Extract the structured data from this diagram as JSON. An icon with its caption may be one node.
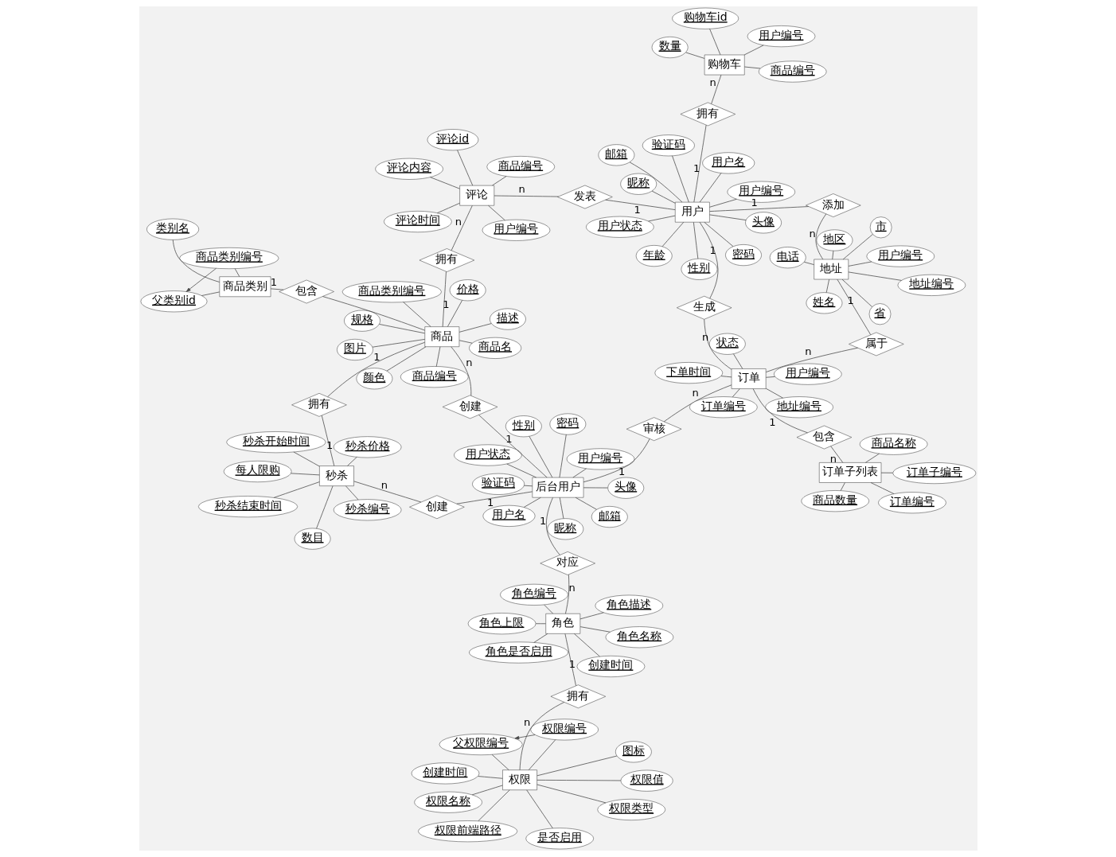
{
  "diagram": {
    "nodes": [
      {
        "text": [
          "权限"
        ]
      },
      {
        "text": [
          "图标"
        ]
      },
      {
        "text": [
          "是否启用"
        ]
      },
      {
        "text": [
          "创建时间"
        ]
      },
      {
        "text": [
          "权限编号"
        ]
      },
      {
        "text": [
          "权限名称"
        ]
      },
      {
        "text": [
          "父权限编号"
        ]
      },
      {
        "text": [
          "权限值"
        ]
      },
      {
        "text": [
          "权限前端路径"
        ]
      },
      {
        "text": [
          "权限类型"
        ]
      },
      {
        "text": [
          "拥有"
        ]
      },
      {
        "text": [
          "角色"
        ]
      },
      {
        "text": [
          "角色名称"
        ]
      },
      {
        "text": [
          "角色描述"
        ]
      },
      {
        "text": [
          "角色编号"
        ]
      },
      {
        "text": [
          "角色是否启用"
        ]
      },
      {
        "text": [
          "创建时间"
        ]
      },
      {
        "text": [
          "角色上限"
        ]
      },
      {
        "text": [
          "对应"
        ]
      },
      {
        "text": [
          "后台用户"
        ]
      },
      {
        "text": [
          "用户名"
        ]
      },
      {
        "text": [
          "验证码"
        ]
      },
      {
        "text": [
          "用户编号"
        ]
      },
      {
        "text": [
          "密码"
        ]
      },
      {
        "text": [
          "性别"
        ]
      },
      {
        "text": [
          "邮箱"
        ]
      },
      {
        "text": [
          "头像"
        ]
      },
      {
        "text": [
          "用户状态"
        ]
      },
      {
        "text": [
          "昵称"
        ]
      },
      {
        "text": [
          "创建"
        ]
      },
      {
        "text": [
          "秒杀"
        ]
      },
      {
        "text": [
          "秒杀编号"
        ]
      },
      {
        "text": [
          "秒杀结束时间"
        ]
      },
      {
        "text": [
          "秒杀开始时间"
        ]
      },
      {
        "text": [
          "秒杀价格"
        ]
      },
      {
        "text": [
          "数目"
        ]
      },
      {
        "text": [
          "每人限购"
        ]
      },
      {
        "text": [
          "拥有"
        ]
      },
      {
        "text": [
          "审核"
        ]
      },
      {
        "text": [
          "订单"
        ]
      },
      {
        "text": [
          "状态"
        ]
      },
      {
        "text": [
          "下单时间"
        ]
      },
      {
        "text": [
          "订单编号"
        ]
      },
      {
        "text": [
          "用户编号"
        ]
      },
      {
        "text": [
          "地址编号"
        ]
      },
      {
        "text": [
          "包含"
        ]
      },
      {
        "text": [
          "生成"
        ]
      },
      {
        "text": [
          "订单子列表"
        ]
      },
      {
        "text": [
          "订单子编号"
        ]
      },
      {
        "text": [
          "订单编号"
        ]
      },
      {
        "text": [
          "商品数量"
        ]
      },
      {
        "text": [
          "商品名称"
        ]
      },
      {
        "text": [
          "用户"
        ]
      },
      {
        "text": [
          "用户名"
        ]
      },
      {
        "text": [
          "用户编号"
        ]
      },
      {
        "text": [
          "密码"
        ]
      },
      {
        "text": [
          "性别"
        ]
      },
      {
        "text": [
          "邮箱"
        ]
      },
      {
        "text": [
          "头像"
        ]
      },
      {
        "text": [
          "昵称"
        ]
      },
      {
        "text": [
          "用户状态"
        ]
      },
      {
        "text": [
          "验证码"
        ]
      },
      {
        "text": [
          "年龄"
        ]
      },
      {
        "text": [
          "发表"
        ]
      },
      {
        "text": [
          "属于"
        ]
      },
      {
        "text": [
          "添加"
        ]
      },
      {
        "text": [
          "地址"
        ]
      },
      {
        "text": [
          "用户编号"
        ]
      },
      {
        "text": [
          "地址编号"
        ]
      },
      {
        "text": [
          "电话"
        ]
      },
      {
        "text": [
          "省"
        ]
      },
      {
        "text": [
          "市"
        ]
      },
      {
        "text": [
          "地区"
        ]
      },
      {
        "text": [
          "姓名"
        ]
      },
      {
        "text": [
          "拥有"
        ]
      },
      {
        "text": [
          "购物车"
        ]
      },
      {
        "text": [
          "购物车id"
        ]
      },
      {
        "text": [
          "商品编号"
        ]
      },
      {
        "text": [
          "数量"
        ]
      },
      {
        "text": [
          "用户编号"
        ]
      },
      {
        "text": [
          "创建"
        ]
      },
      {
        "text": [
          "商品"
        ]
      },
      {
        "text": [
          "商品名"
        ]
      },
      {
        "text": [
          "商品编号"
        ]
      },
      {
        "text": [
          "价格"
        ]
      },
      {
        "text": [
          "商品类别编号"
        ]
      },
      {
        "text": [
          "描述"
        ]
      },
      {
        "text": [
          "图片"
        ]
      },
      {
        "text": [
          "规格"
        ]
      },
      {
        "text": [
          "颜色"
        ]
      },
      {
        "text": [
          "拥有"
        ]
      },
      {
        "text": [
          "包含"
        ]
      },
      {
        "text": [
          "评论"
        ]
      },
      {
        "text": [
          "评论id"
        ]
      },
      {
        "text": [
          "评论内容"
        ]
      },
      {
        "text": [
          "评论时间"
        ]
      },
      {
        "text": [
          "用户编号"
        ]
      },
      {
        "text": [
          "商品编号"
        ]
      },
      {
        "text": [
          "商品类别"
        ]
      },
      {
        "text": [
          "父类别id"
        ]
      },
      {
        "text": [
          "商品类别编号"
        ]
      },
      {
        "text": [
          "类别名"
        ]
      }
    ],
    "edges": [
      {
        "from": 0,
        "to": 1,
        "arrow": "none"
      },
      {
        "from": 0,
        "to": 2,
        "arrow": "none"
      },
      {
        "from": 0,
        "to": 3,
        "arrow": "none"
      },
      {
        "from": 0,
        "to": 4,
        "arrow": "none"
      },
      {
        "from": 0,
        "to": 5,
        "arrow": "none"
      },
      {
        "from": 0,
        "to": 6,
        "arrow": "none"
      },
      {
        "from": 0,
        "to": 7,
        "arrow": "none"
      },
      {
        "from": 0,
        "to": 8,
        "arrow": "none"
      },
      {
        "from": 0,
        "to": 9,
        "arrow": "none"
      },
      {
        "from": 4,
        "to": 6,
        "arrow": "to"
      },
      {
        "from": 0,
        "to": 10,
        "arrow": "none",
        "label": "n"
      },
      {
        "from": 10,
        "to": 11,
        "arrow": "none",
        "label": "1"
      },
      {
        "from": 11,
        "to": 12,
        "arrow": "none"
      },
      {
        "from": 11,
        "to": 13,
        "arrow": "none"
      },
      {
        "from": 11,
        "to": 14,
        "arrow": "none"
      },
      {
        "from": 11,
        "to": 15,
        "arrow": "none"
      },
      {
        "from": 11,
        "to": 16,
        "arrow": "none"
      },
      {
        "from": 11,
        "to": 17,
        "arrow": "none"
      },
      {
        "from": 11,
        "to": 18,
        "arrow": "none",
        "label": "n"
      },
      {
        "from": 18,
        "to": 19,
        "arrow": "none",
        "label": "1"
      },
      {
        "from": 19,
        "to": 20,
        "arrow": "none"
      },
      {
        "from": 19,
        "to": 21,
        "arrow": "none"
      },
      {
        "from": 19,
        "to": 22,
        "arrow": "none"
      },
      {
        "from": 19,
        "to": 23,
        "arrow": "none"
      },
      {
        "from": 19,
        "to": 24,
        "arrow": "none"
      },
      {
        "from": 19,
        "to": 25,
        "arrow": "none"
      },
      {
        "from": 19,
        "to": 26,
        "arrow": "none"
      },
      {
        "from": 19,
        "to": 27,
        "arrow": "none"
      },
      {
        "from": 19,
        "to": 28,
        "arrow": "none"
      },
      {
        "from": 19,
        "to": 29,
        "arrow": "none",
        "label": "1"
      },
      {
        "from": 29,
        "to": 30,
        "arrow": "none",
        "label": "n"
      },
      {
        "from": 30,
        "to": 31,
        "arrow": "none"
      },
      {
        "from": 30,
        "to": 32,
        "arrow": "none"
      },
      {
        "from": 30,
        "to": 33,
        "arrow": "none"
      },
      {
        "from": 30,
        "to": 34,
        "arrow": "none"
      },
      {
        "from": 30,
        "to": 35,
        "arrow": "none"
      },
      {
        "from": 30,
        "to": 36,
        "arrow": "none"
      },
      {
        "from": 30,
        "to": 37,
        "arrow": "none",
        "label": "1"
      },
      {
        "from": 37,
        "to": 81,
        "arrow": "none",
        "label": "1"
      },
      {
        "from": 19,
        "to": 38,
        "arrow": "none",
        "label": "1"
      },
      {
        "from": 38,
        "to": 39,
        "arrow": "none",
        "label": "n"
      },
      {
        "from": 39,
        "to": 40,
        "arrow": "none"
      },
      {
        "from": 39,
        "to": 41,
        "arrow": "none"
      },
      {
        "from": 39,
        "to": 42,
        "arrow": "none"
      },
      {
        "from": 39,
        "to": 43,
        "arrow": "none"
      },
      {
        "from": 39,
        "to": 44,
        "arrow": "none"
      },
      {
        "from": 39,
        "to": 45,
        "arrow": "none",
        "label": "1"
      },
      {
        "from": 45,
        "to": 47,
        "arrow": "none",
        "label": "n"
      },
      {
        "from": 39,
        "to": 46,
        "arrow": "none",
        "label": "n"
      },
      {
        "from": 46,
        "to": 52,
        "arrow": "none",
        "label": "1"
      },
      {
        "from": 47,
        "to": 48,
        "arrow": "none"
      },
      {
        "from": 47,
        "to": 49,
        "arrow": "none"
      },
      {
        "from": 47,
        "to": 50,
        "arrow": "none"
      },
      {
        "from": 47,
        "to": 51,
        "arrow": "none"
      },
      {
        "from": 52,
        "to": 53,
        "arrow": "none"
      },
      {
        "from": 52,
        "to": 54,
        "arrow": "none"
      },
      {
        "from": 52,
        "to": 55,
        "arrow": "none"
      },
      {
        "from": 52,
        "to": 56,
        "arrow": "none"
      },
      {
        "from": 52,
        "to": 57,
        "arrow": "none"
      },
      {
        "from": 52,
        "to": 58,
        "arrow": "none"
      },
      {
        "from": 52,
        "to": 59,
        "arrow": "none"
      },
      {
        "from": 52,
        "to": 60,
        "arrow": "none"
      },
      {
        "from": 52,
        "to": 61,
        "arrow": "none"
      },
      {
        "from": 52,
        "to": 62,
        "arrow": "none"
      },
      {
        "from": 52,
        "to": 63,
        "arrow": "none",
        "label": "1"
      },
      {
        "from": 63,
        "to": 92,
        "arrow": "none",
        "label": "n"
      },
      {
        "from": 39,
        "to": 64,
        "arrow": "none",
        "label": "n"
      },
      {
        "from": 64,
        "to": 66,
        "arrow": "none",
        "label": "1"
      },
      {
        "from": 52,
        "to": 65,
        "arrow": "none",
        "label": "1"
      },
      {
        "from": 65,
        "to": 66,
        "arrow": "none",
        "label": "n"
      },
      {
        "from": 66,
        "to": 67,
        "arrow": "none"
      },
      {
        "from": 66,
        "to": 68,
        "arrow": "none"
      },
      {
        "from": 66,
        "to": 69,
        "arrow": "none"
      },
      {
        "from": 66,
        "to": 70,
        "arrow": "none"
      },
      {
        "from": 66,
        "to": 71,
        "arrow": "none"
      },
      {
        "from": 66,
        "to": 72,
        "arrow": "none"
      },
      {
        "from": 66,
        "to": 73,
        "arrow": "none"
      },
      {
        "from": 52,
        "to": 74,
        "arrow": "none",
        "label": "1"
      },
      {
        "from": 74,
        "to": 75,
        "arrow": "none",
        "label": "n"
      },
      {
        "from": 75,
        "to": 76,
        "arrow": "none"
      },
      {
        "from": 75,
        "to": 77,
        "arrow": "none"
      },
      {
        "from": 75,
        "to": 78,
        "arrow": "none"
      },
      {
        "from": 75,
        "to": 79,
        "arrow": "none"
      },
      {
        "from": 19,
        "to": 80,
        "arrow": "none",
        "label": "1"
      },
      {
        "from": 80,
        "to": 81,
        "arrow": "none",
        "label": "n"
      },
      {
        "from": 81,
        "to": 82,
        "arrow": "none"
      },
      {
        "from": 81,
        "to": 83,
        "arrow": "none"
      },
      {
        "from": 81,
        "to": 84,
        "arrow": "none"
      },
      {
        "from": 81,
        "to": 85,
        "arrow": "none"
      },
      {
        "from": 81,
        "to": 86,
        "arrow": "none"
      },
      {
        "from": 81,
        "to": 87,
        "arrow": "none"
      },
      {
        "from": 81,
        "to": 88,
        "arrow": "none"
      },
      {
        "from": 81,
        "to": 89,
        "arrow": "none"
      },
      {
        "from": 81,
        "to": 90,
        "arrow": "none",
        "label": "1"
      },
      {
        "from": 90,
        "to": 92,
        "arrow": "none",
        "label": "n"
      },
      {
        "from": 81,
        "to": 91,
        "arrow": "none"
      },
      {
        "from": 91,
        "to": 98,
        "arrow": "none",
        "label": "1"
      },
      {
        "from": 92,
        "to": 93,
        "arrow": "none"
      },
      {
        "from": 92,
        "to": 94,
        "arrow": "none"
      },
      {
        "from": 92,
        "to": 95,
        "arrow": "none"
      },
      {
        "from": 92,
        "to": 96,
        "arrow": "none"
      },
      {
        "from": 92,
        "to": 97,
        "arrow": "none"
      },
      {
        "from": 98,
        "to": 99,
        "arrow": "none"
      },
      {
        "from": 98,
        "to": 100,
        "arrow": "none"
      },
      {
        "from": 98,
        "to": 101,
        "arrow": "none"
      },
      {
        "from": 100,
        "to": 99,
        "arrow": "to"
      }
    ]
  }
}
